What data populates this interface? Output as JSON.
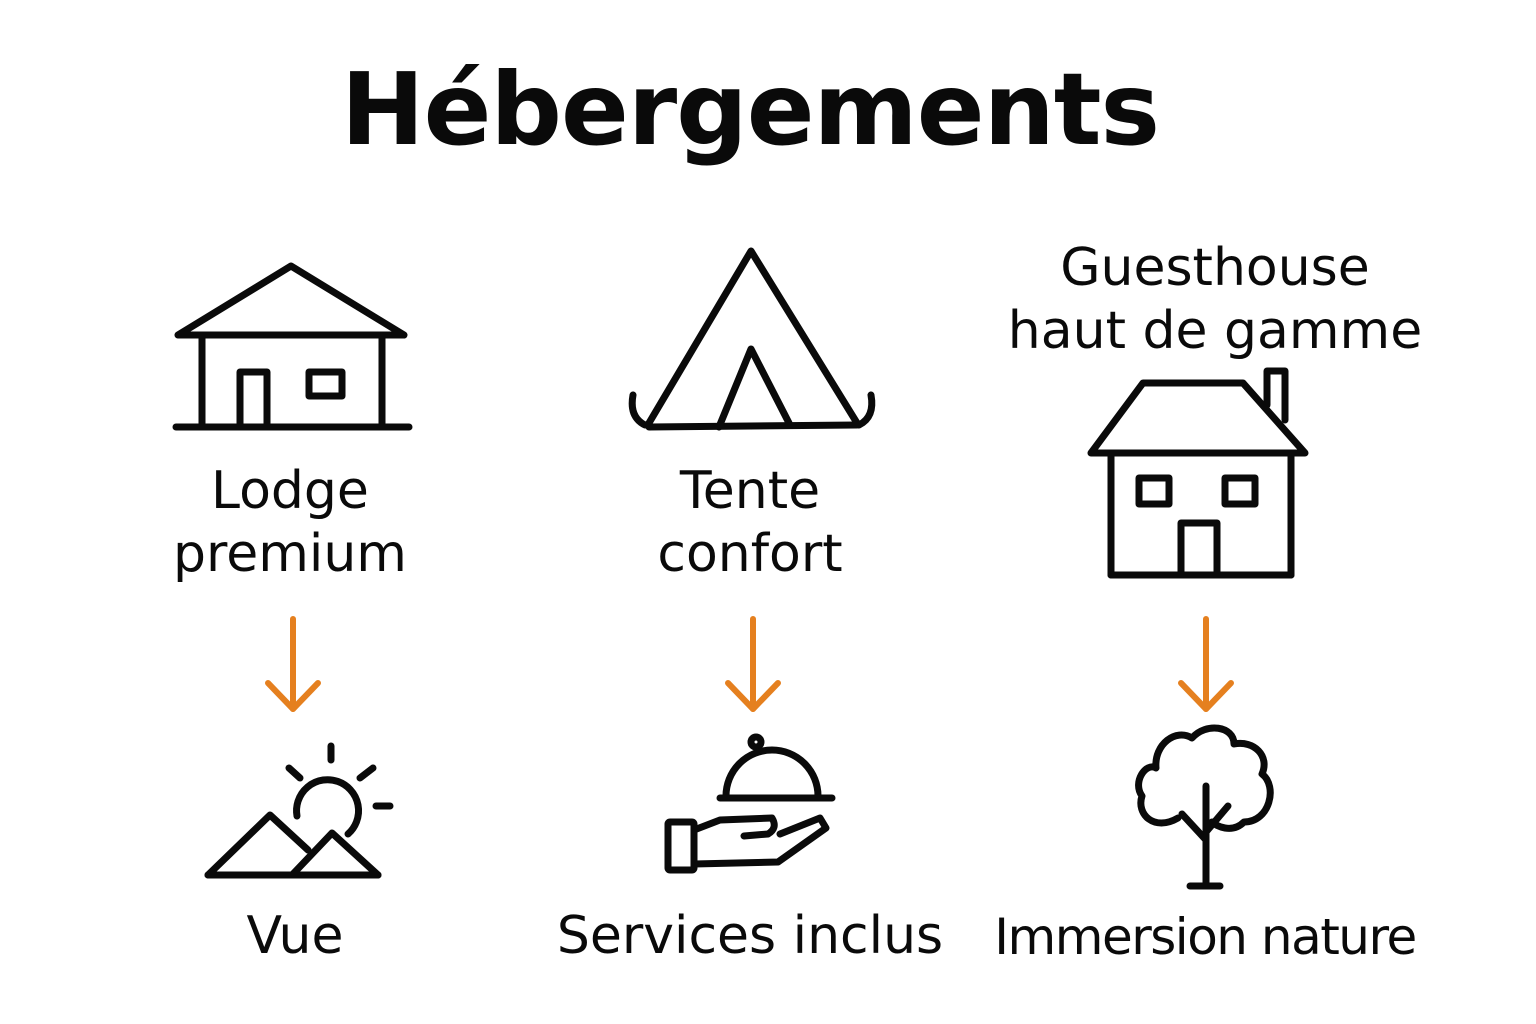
{
  "title": "Hébergements",
  "accent_color": "#e5801f",
  "columns": [
    {
      "label": "Lodge\npremium",
      "icon": "lodge-house-icon",
      "benefit": "Vue",
      "benefit_icon": "mountain-sun-icon"
    },
    {
      "label": "Tente\nconfort",
      "icon": "tent-icon",
      "benefit": "Services inclus",
      "benefit_icon": "cloche-hand-icon"
    },
    {
      "label": "Guesthouse\nhaut de gamme",
      "icon": "house-chimney-icon",
      "benefit": "Immersion nature",
      "benefit_icon": "tree-icon"
    }
  ]
}
